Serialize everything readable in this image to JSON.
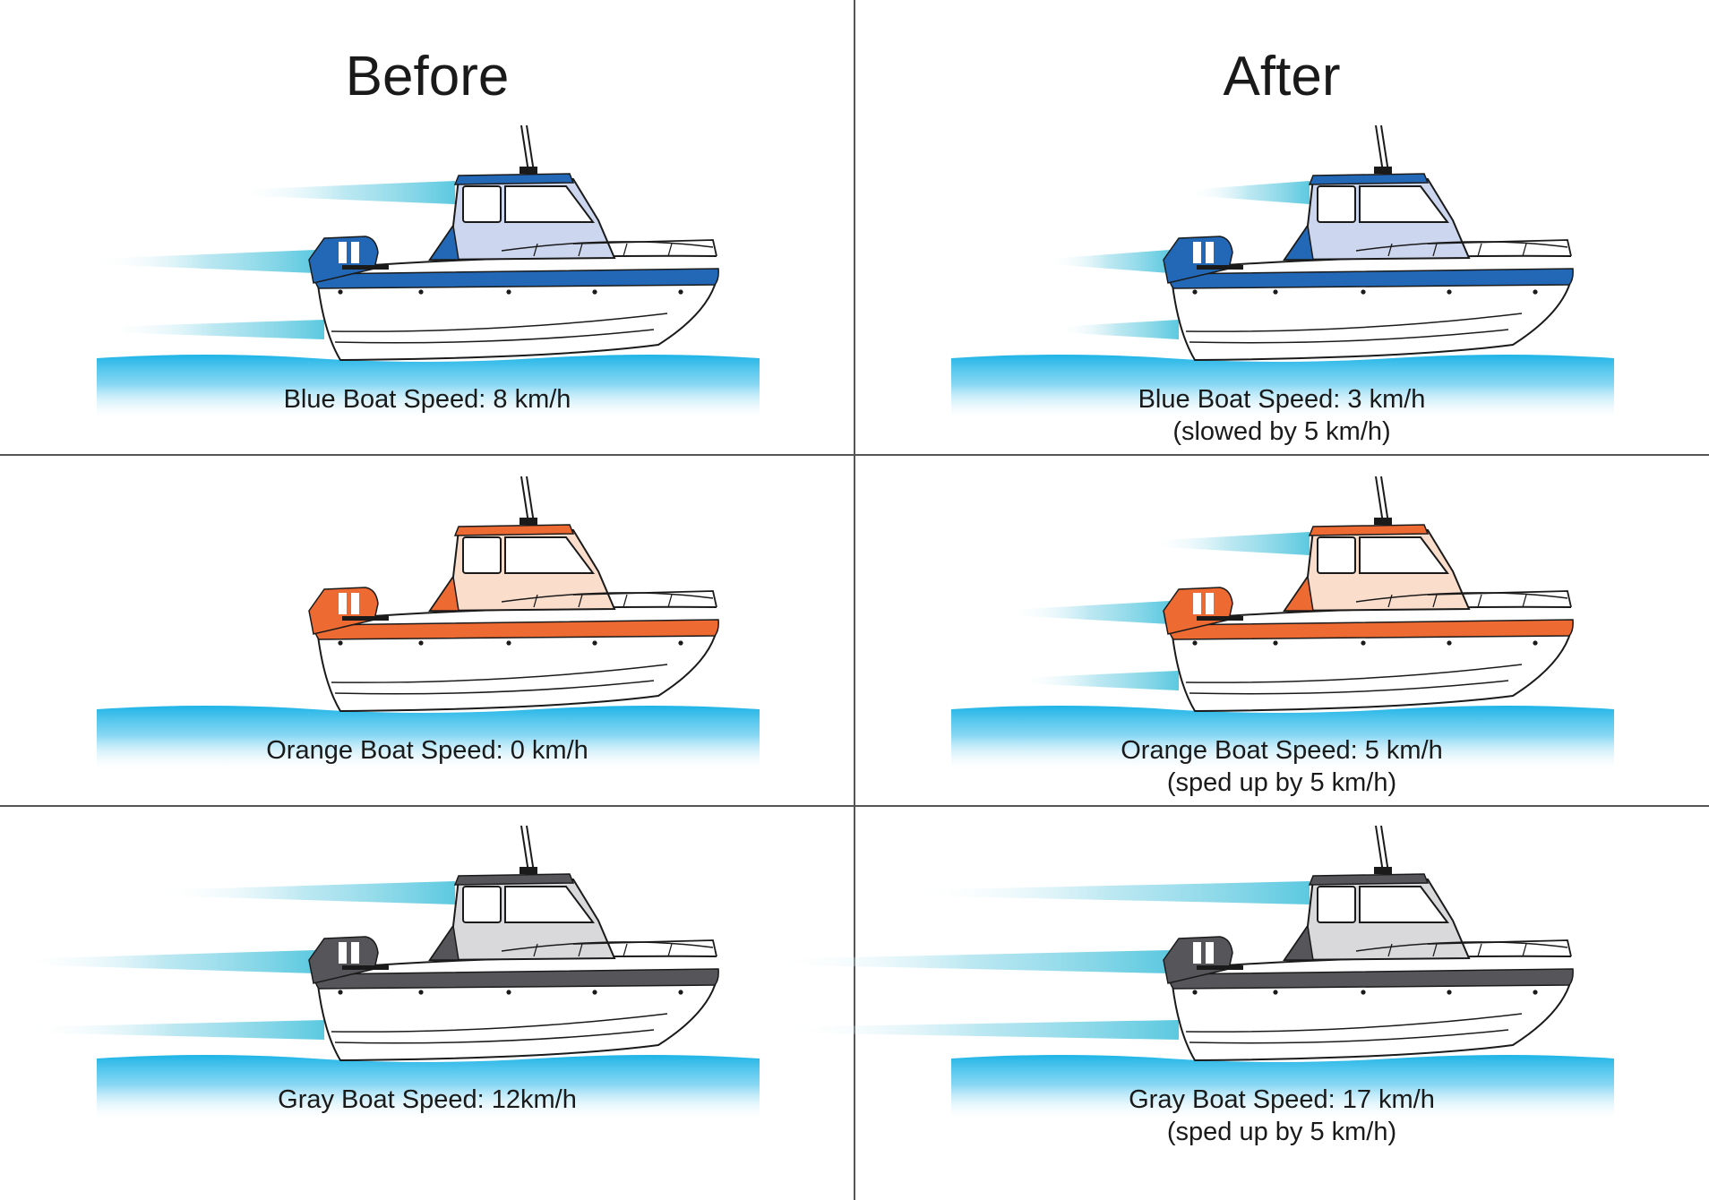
{
  "headings": {
    "before": "Before",
    "after": "After"
  },
  "colors": {
    "blue": {
      "accent": "#2268b6",
      "cabin": "#ccd6ee"
    },
    "orange": {
      "accent": "#ee6a33",
      "cabin": "#fbddcc"
    },
    "gray": {
      "accent": "#56565a",
      "cabin": "#d9d9db"
    },
    "water": "#1eb4e6",
    "trail": "#5cc9e0"
  },
  "rows": [
    {
      "boat": "blue",
      "before": {
        "label": "Blue Boat Speed: 8 km/h",
        "note": "",
        "speed": 8
      },
      "after": {
        "label": "Blue Boat Speed: 3 km/h",
        "note": "(slowed by 5 km/h)",
        "speed": 3
      }
    },
    {
      "boat": "orange",
      "before": {
        "label": "Orange Boat Speed: 0 km/h",
        "note": "",
        "speed": 0
      },
      "after": {
        "label": "Orange Boat Speed: 5 km/h",
        "note": "(sped up by 5 km/h)",
        "speed": 5
      }
    },
    {
      "boat": "gray",
      "before": {
        "label": "Gray Boat Speed: 12km/h",
        "note": "",
        "speed": 12
      },
      "after": {
        "label": "Gray Boat Speed: 17 km/h",
        "note": "(sped up by 5 km/h)",
        "speed": 17
      }
    }
  ]
}
